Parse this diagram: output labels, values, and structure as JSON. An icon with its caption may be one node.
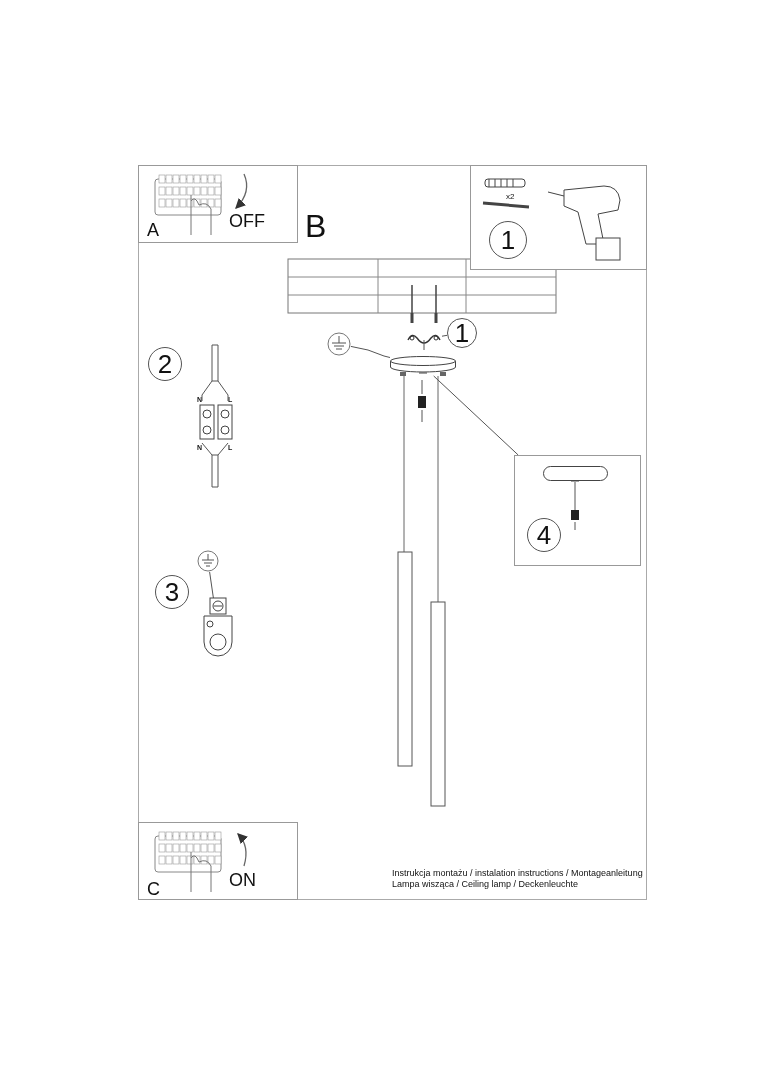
{
  "diagram": {
    "nodes": [
      {
        "text": [
          "A",
          "OFF"
        ]
      },
      {
        "text": [
          "x2"
        ]
      },
      {
        "text": [
          "1"
        ],
        "in": 1
      },
      {
        "text": [
          "1"
        ]
      },
      {
        "text": [],
        "shape": "picture"
      },
      {
        "text": [],
        "shape": "circle"
      },
      {
        "text": [],
        "shape": "cylinder"
      },
      {
        "text": [],
        "shape": "box"
      },
      {
        "text": [
          "4"
        ],
        "in": 7
      },
      {
        "text": [
          "2"
        ]
      },
      {
        "text": [
          "3"
        ]
      },
      {
        "text": [],
        "shape": "circle"
      },
      {
        "text": [],
        "shape": "picture"
      },
      {
        "text": [
          "C",
          "ON"
        ]
      }
    ],
    "edges": [
      {
        "from": 3,
        "to": 4,
        "arrow": "none"
      },
      {
        "from": 5,
        "to": 6,
        "arrow": "none"
      },
      {
        "from": 6,
        "to": 7,
        "arrow": "none"
      },
      {
        "from": 11,
        "to": 12,
        "arrow": "none"
      }
    ],
    "labels": [
      "B",
      "N",
      "L",
      "N",
      "L",
      "Instrukcja montażu / instalation instructions / Montageanleitung",
      "Lampa wisząca / Ceiling lamp / Deckenleuchte"
    ]
  }
}
